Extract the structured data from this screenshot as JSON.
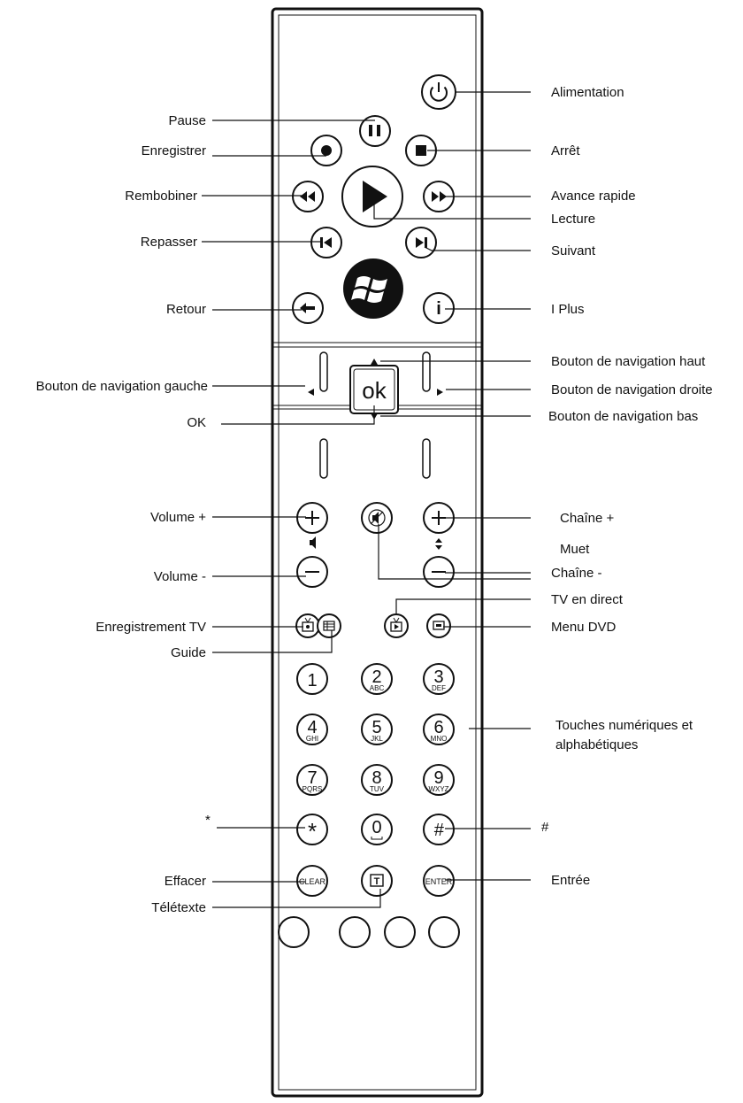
{
  "labels": {
    "power": "Alimentation",
    "pause": "Pause",
    "record": "Enregistrer",
    "stop": "Arrêt",
    "rewind": "Rembobiner",
    "fast_forward": "Avance rapide",
    "play": "Lecture",
    "replay": "Repasser",
    "next": "Suivant",
    "back": "Retour",
    "info": "I Plus",
    "nav_up": "Bouton de navigation haut",
    "nav_left": "Bouton de navigation gauche",
    "nav_right": "Bouton de navigation droite",
    "ok": "OK",
    "nav_down": "Bouton de navigation bas",
    "volume_up": "Volume +",
    "channel_up": "Chaîne +",
    "mute": "Muet",
    "volume_down": "Volume -",
    "channel_down": "Chaîne -",
    "live_tv": "TV en direct",
    "recorded_tv": "Enregistrement TV",
    "dvd_menu": "Menu DVD",
    "guide": "Guide",
    "keypad_line1": "Touches numériques et",
    "keypad_line2": "alphabétiques",
    "star": "*",
    "hash": "#",
    "clear": "Effacer",
    "enter": "Entrée",
    "teletext": "Télétexte"
  },
  "keys": {
    "ok": "ok",
    "n1": "1",
    "n2": "2",
    "n3": "3",
    "n4": "4",
    "n5": "5",
    "n6": "6",
    "n7": "7",
    "n8": "8",
    "n9": "9",
    "n0": "0",
    "s2": "ABC",
    "s3": "DEF",
    "s4": "GHI",
    "s5": "JKL",
    "s6": "MNO",
    "s7": "PQRS",
    "s8": "TUV",
    "s9": "WXYZ",
    "star": "*",
    "hash": "#",
    "clear": "CLEAR",
    "enter": "ENTER",
    "teletext": "T",
    "info": "i"
  }
}
